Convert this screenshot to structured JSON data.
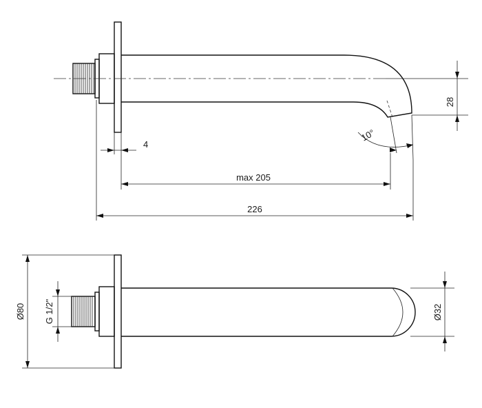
{
  "dimensions": {
    "flange_thickness": "4",
    "projection_max": "max 205",
    "overall_length": "226",
    "outlet_drop": "28",
    "outlet_angle": "10°",
    "flange_diameter": "Ø80",
    "thread": "G 1/2\"",
    "spout_diameter": "Ø32"
  }
}
